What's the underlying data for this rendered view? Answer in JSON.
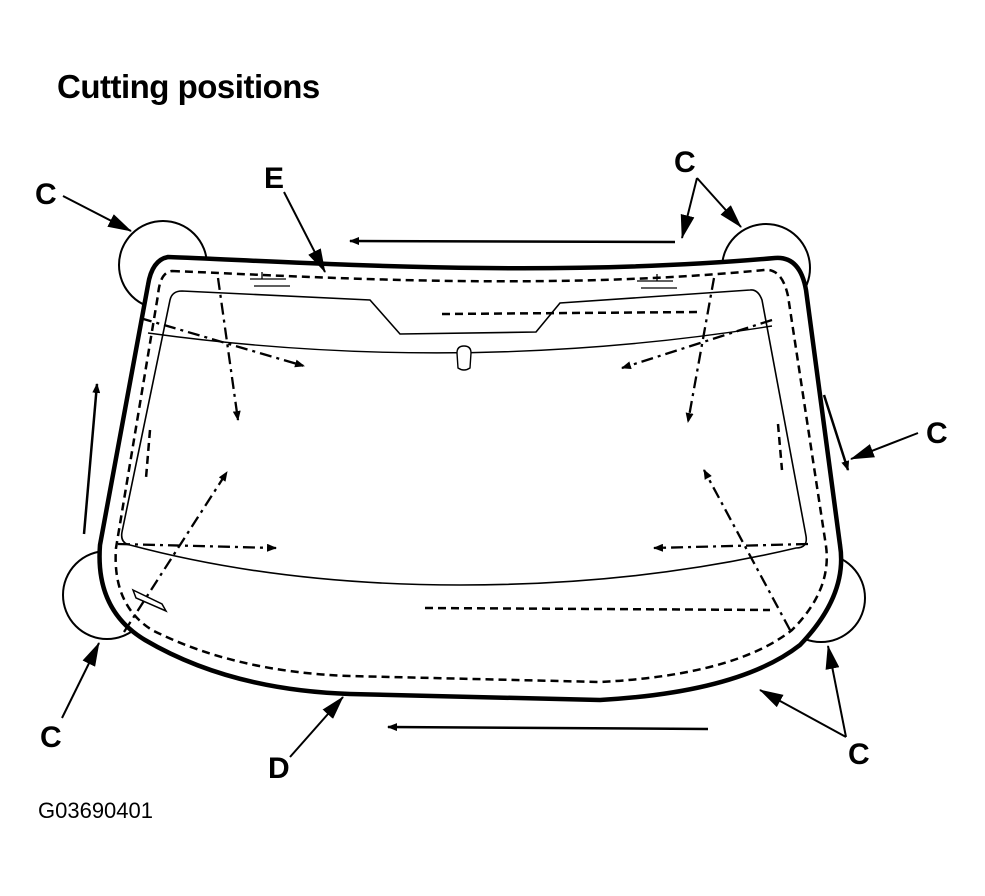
{
  "title": "Cutting positions",
  "figure_id": "G03690401",
  "callouts": {
    "c_top_left": "C",
    "e_top": "E",
    "c_top_right": "C",
    "c_right": "C",
    "c_bottom_left": "C",
    "d_bottom": "D",
    "c_bottom_right": "C"
  },
  "colors": {
    "ink": "#000000",
    "paper": "#ffffff"
  }
}
